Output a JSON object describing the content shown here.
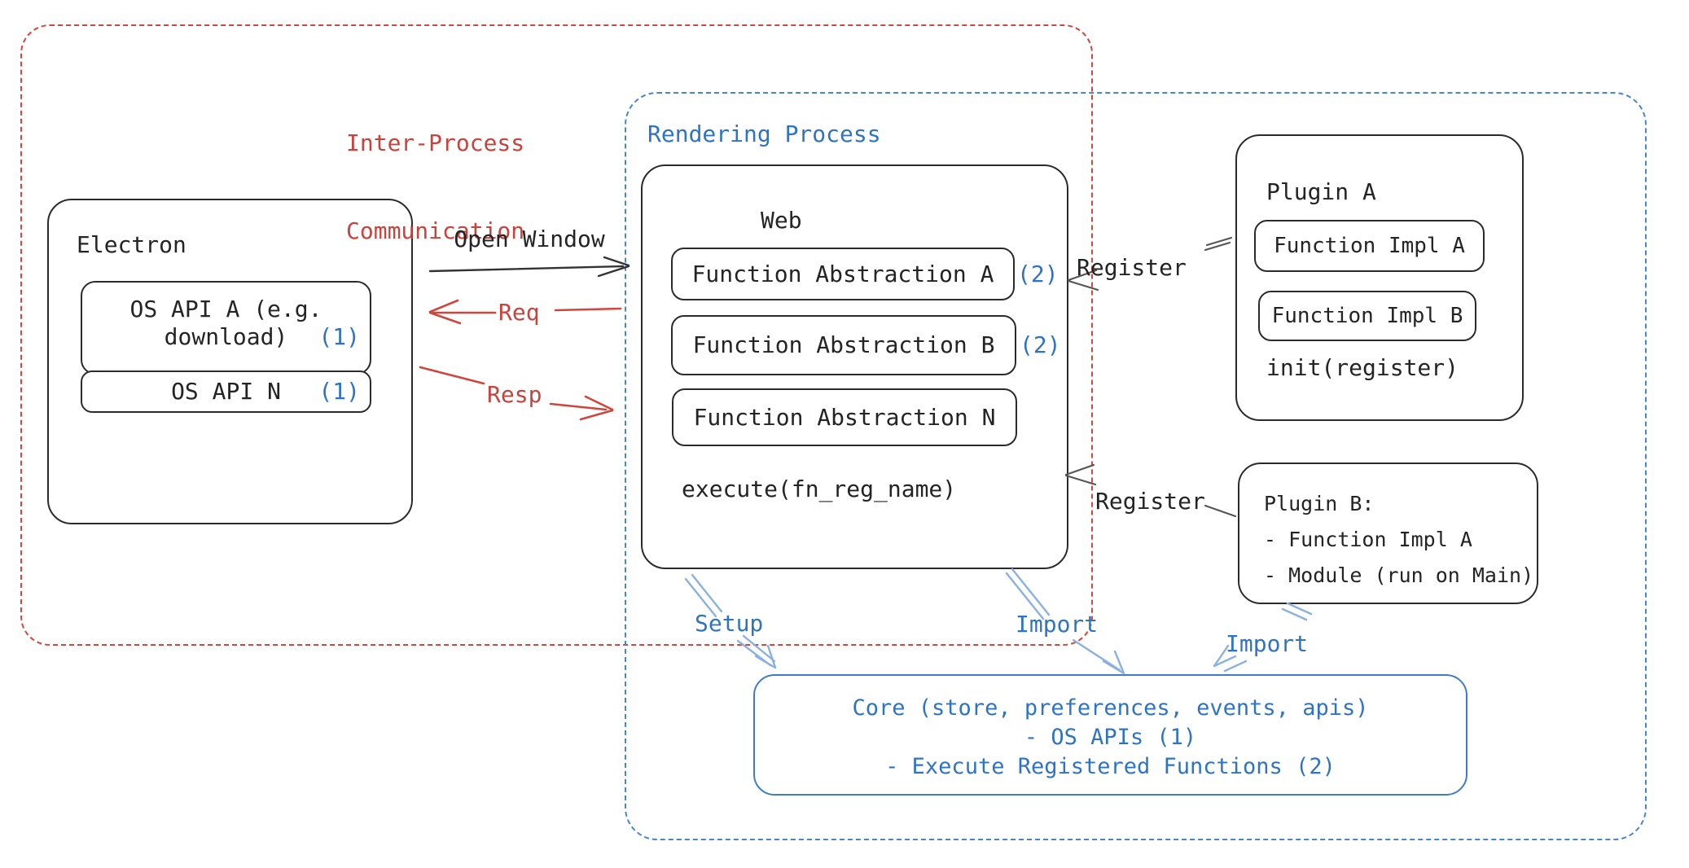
{
  "ipc": {
    "label_line1": "Inter-Process",
    "label_line2": "Communication"
  },
  "rendering": {
    "label": "Rendering Process"
  },
  "electron": {
    "title": "Electron",
    "api_a_line1": "OS API A (e.g.",
    "api_a_line2": "download)",
    "api_a_badge": "(1)",
    "api_n_label": "OS API N",
    "api_n_badge": "(1)"
  },
  "web": {
    "title": "Web",
    "fa_a": "Function Abstraction A",
    "fa_a_badge": "(2)",
    "fa_b": "Function Abstraction B",
    "fa_b_badge": "(2)",
    "fa_n": "Function Abstraction N",
    "execute": "execute(fn_reg_name)"
  },
  "plugin_a": {
    "title": "Plugin A",
    "impl_a": "Function Impl A",
    "impl_b": "Function Impl B",
    "init": "init(register)"
  },
  "plugin_b": {
    "line1": "Plugin B:",
    "line2": "- Function Impl A",
    "line3": "- Module (run on Main)"
  },
  "core": {
    "line1": "Core (store, preferences, events, apis)",
    "line2": "- OS APIs (1)",
    "line3": "- Execute Registered Functions (2)"
  },
  "arrows": {
    "open_window": "Open Window",
    "req": "Req",
    "resp": "Resp",
    "register_top": "Register",
    "register_bottom": "Register",
    "setup": "Setup",
    "import_web": "Import",
    "import_plugin_b": "Import"
  },
  "colors": {
    "red": "#c9423b",
    "red_dash": "#d6453a",
    "blue_text": "#2e74c4",
    "blue_dash": "#4486d4",
    "core_border": "#3f7cc5",
    "light_blue_arrow": "#8ab1e0",
    "black": "#2b2b2b"
  }
}
